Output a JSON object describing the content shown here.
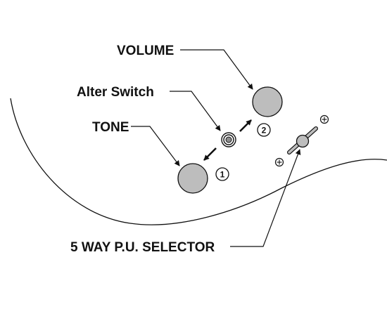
{
  "labels": {
    "volume": "VOLUME",
    "alter_switch": "Alter Switch",
    "tone": "TONE",
    "selector": "5 WAY P.U. SELECTOR"
  },
  "markers": {
    "one": "1",
    "two": "2"
  },
  "colors": {
    "knob_fill": "#bdbdbd",
    "line": "#111111",
    "background": "#ffffff"
  },
  "icons": [
    "plus-screw-icon",
    "arrow-icon",
    "alter-switch-icon",
    "selector-lever-icon"
  ]
}
